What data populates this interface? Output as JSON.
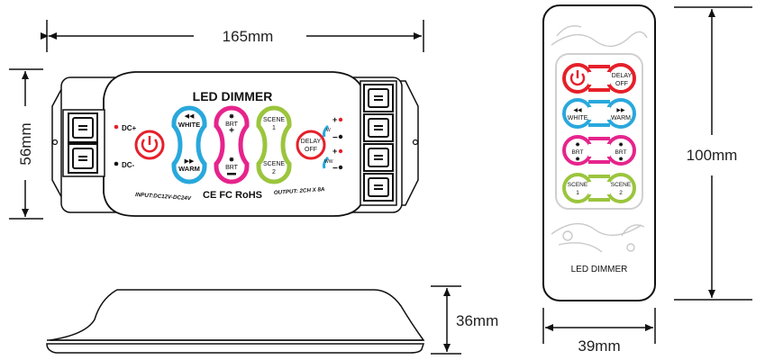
{
  "dimensions": {
    "width": "165mm",
    "height": "56mm",
    "thickness": "36mm",
    "remote_height": "100mm",
    "remote_width": "39mm"
  },
  "controller": {
    "title": "LED DIMMER",
    "dc_plus": "DC+",
    "dc_minus": "DC-",
    "input_text": "INPUT:DC12V-DC24V",
    "output_text": "OUTPUT: 2CH X 8A",
    "certifications": "CE FC RoHS",
    "buttons": {
      "white": "WHITE",
      "warm": "WARM",
      "brt": "BRT",
      "scene1_line1": "SCENE",
      "scene1_line2": "1",
      "scene2_line1": "SCENE",
      "scene2_line2": "2",
      "delay_line1": "DELAY",
      "delay_line2": "OFF"
    },
    "output_terminals": {
      "plus": "+",
      "minus": "−",
      "w": "W",
      "ww": "WW"
    }
  },
  "remote": {
    "label": "LED DIMMER",
    "buttons": {
      "delay_line1": "DELAY",
      "delay_line2": "OFF",
      "white": "WHITE",
      "warm": "WARM",
      "brt": "BRT",
      "scene": "SCENE",
      "scene1": "1",
      "scene2": "2"
    }
  },
  "colors": {
    "power_red": "#e5202a",
    "white_blue": "#29a8dc",
    "brt_magenta": "#e6248c",
    "scene_green": "#9bc53d",
    "outline": "#111111"
  }
}
